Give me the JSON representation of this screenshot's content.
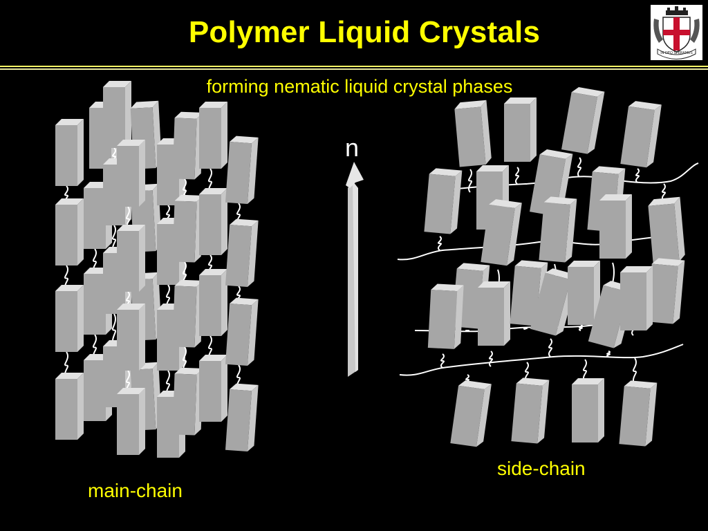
{
  "slide": {
    "title": "Polymer Liquid Crystals",
    "subtitle": "forming nematic liquid crystal phases",
    "director_label": "n",
    "main_chain_label": "main-chain",
    "side_chain_label": "side-chain"
  },
  "logo": {
    "icon": "university-crest-icon",
    "motto": "IN DEO SPERAMUS"
  },
  "colors": {
    "background": "#000000",
    "title": "#ffff00",
    "mesogen_front": "#a6a6a6",
    "mesogen_side": "#c8c8c8",
    "mesogen_top": "#e2e2e2",
    "chain": "#ffffff",
    "crest_red": "#c8102e"
  }
}
